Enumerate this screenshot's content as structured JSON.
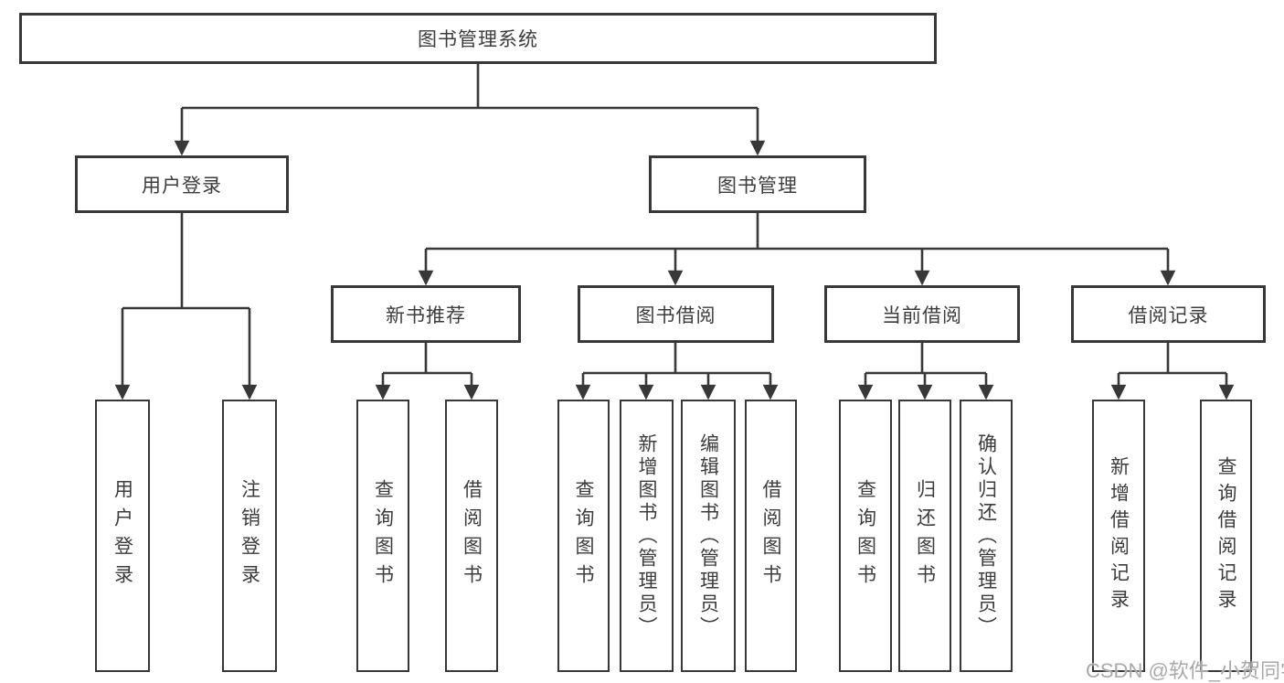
{
  "diagram": {
    "root": {
      "label": "图书管理系统"
    },
    "level2": [
      {
        "label": "用户登录"
      },
      {
        "label": "图书管理"
      }
    ],
    "level3": [
      {
        "label": "新书推荐"
      },
      {
        "label": "图书借阅"
      },
      {
        "label": "当前借阅"
      },
      {
        "label": "借阅记录"
      }
    ],
    "leaves": {
      "user_login": [
        {
          "label": "用户登录"
        },
        {
          "label": "注销登录"
        }
      ],
      "new_books": [
        {
          "label": "查询图书"
        },
        {
          "label": "借阅图书"
        }
      ],
      "book_borrow": [
        {
          "label": "查询图书"
        },
        {
          "label": "新增图书（管理员）"
        },
        {
          "label": "编辑图书（管理员）"
        },
        {
          "label": "借阅图书"
        }
      ],
      "current_borrow": [
        {
          "label": "查询图书"
        },
        {
          "label": "归还图书"
        },
        {
          "label": "确认归还（管理员）"
        }
      ],
      "borrow_records": [
        {
          "label": "新增借阅记录"
        },
        {
          "label": "查询借阅记录"
        }
      ]
    },
    "watermark": "CSDN @软件_小贺同学",
    "colors": {
      "line": "#383838",
      "box_fill": "#ffffff",
      "text": "#3c3c3c",
      "watermark": "#a9a9a9"
    }
  }
}
